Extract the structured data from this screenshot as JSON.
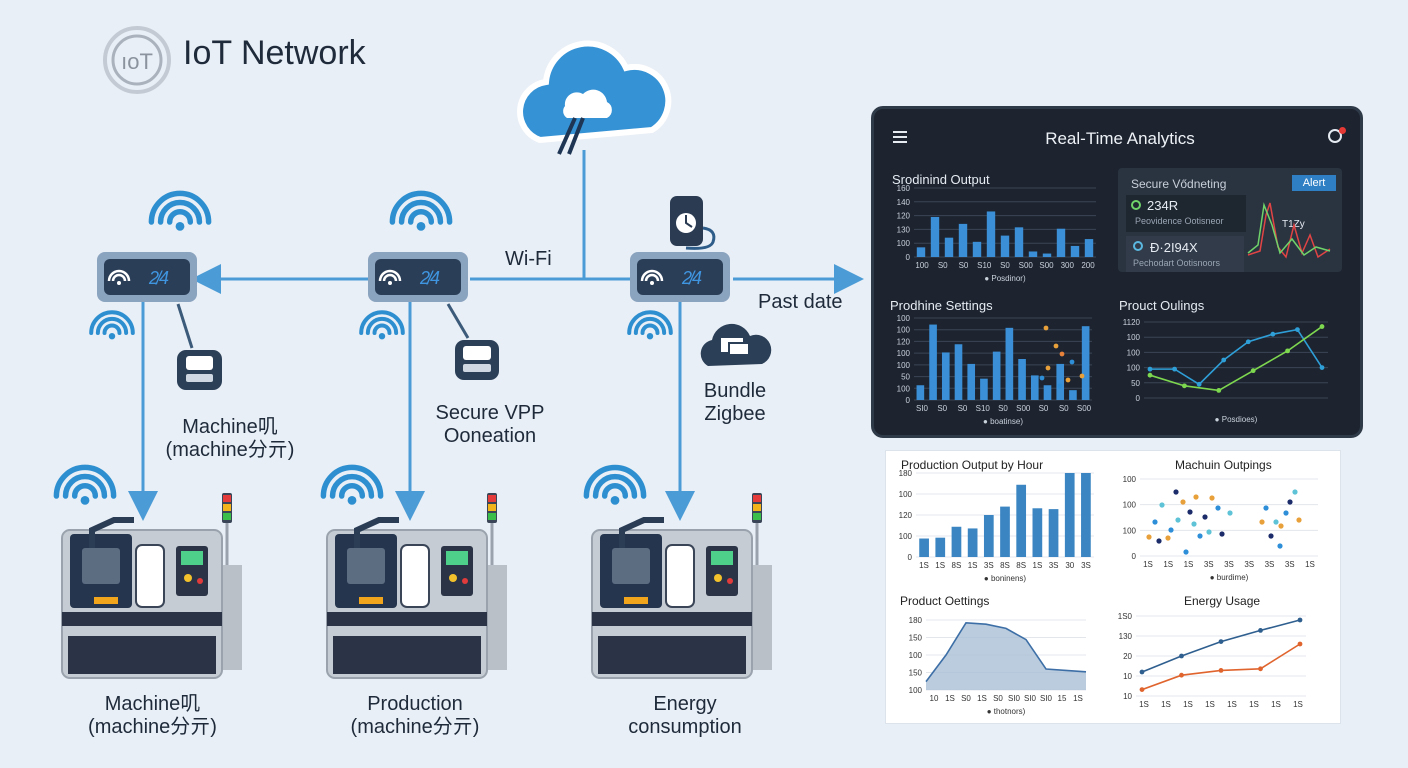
{
  "header": {
    "logo_text": "ıoT",
    "title": "IoT Network"
  },
  "network": {
    "link_wifi": "Wi-Fi",
    "link_past_date": "Past date",
    "label_machine_top": [
      "Machine叽",
      "(machine分亓)"
    ],
    "label_secure": [
      "Secure VPP",
      "Ooneation"
    ],
    "label_bundle": [
      "Bundle",
      "Zigbee"
    ],
    "gateways": [
      {
        "text": "2̸4"
      },
      {
        "text": "2̸4"
      },
      {
        "text": "2̸4"
      }
    ],
    "machines": [
      {
        "label": [
          "Machine叽",
          "(machine分亓)"
        ]
      },
      {
        "label": [
          "Production",
          "(machine分亓)"
        ]
      },
      {
        "label": [
          "Energy",
          "consumption"
        ]
      }
    ]
  },
  "dashboard": {
    "title": "Real-Time Analytics",
    "menu_icon": "hamburger-icon",
    "notify_icon": "bell-icon",
    "alert_color": "#e53935",
    "panel_secure": {
      "title": "Secure Vődneting",
      "badge": "Alert",
      "item1_value": "234R",
      "item1_sub": "Peovidence Ootisneor",
      "item2_value": "Ɖ·2I94X",
      "item2_sub": "Pechodart Ootisnoors",
      "tag": "T1Zy"
    }
  },
  "chart_data": [
    {
      "type": "bar",
      "title": "Srodinind Output",
      "xlabel": "Posdinor)",
      "categories": [
        "100",
        "S0",
        "S0",
        "S10",
        "S0",
        "S00",
        "S00",
        "300",
        "200"
      ],
      "values": [
        0.14,
        0.58,
        0.28,
        0.48,
        0.22,
        0.66,
        0.31,
        0.43,
        0.08,
        0.05,
        0.41,
        0.16,
        0.26
      ],
      "yticks": [
        "160",
        "140",
        "120",
        "130",
        "100",
        "0"
      ],
      "color": "#3a8fd6"
    },
    {
      "type": "bar",
      "title": "Prodhine Settings",
      "xlabel": "boatinse)",
      "categories": [
        "SI0",
        "S0",
        "S0",
        "S10",
        "S0",
        "S00",
        "S0",
        "S0",
        "S00"
      ],
      "values": [
        0.18,
        0.92,
        0.58,
        0.68,
        0.44,
        0.26,
        0.59,
        0.88,
        0.5,
        0.3,
        0.18,
        0.44,
        0.12,
        0.9
      ],
      "yticks": [
        "100",
        "100",
        "120",
        "100",
        "100",
        "50",
        "100",
        "0"
      ],
      "color": "#3a8fd6"
    },
    {
      "type": "line",
      "title": "Prouct Oulings",
      "xlabel": "Posdioes)",
      "yticks": [
        "1120",
        "100",
        "100",
        "100",
        "50",
        "0"
      ],
      "series": [
        {
          "color": "#2f9fd8",
          "y": [
            0.38,
            0.38,
            0.18,
            0.5,
            0.74,
            0.84,
            0.9,
            0.4
          ]
        },
        {
          "color": "#7ed84f",
          "y": [
            0.3,
            0.16,
            0.1,
            0.36,
            0.62,
            0.94
          ]
        }
      ]
    },
    {
      "type": "bar",
      "title": "Production Output by Hour",
      "xlabel": "boninens)",
      "categories": [
        "1S",
        "1S",
        "8S",
        "1S",
        "3S",
        "8S",
        "8S",
        "1S",
        "3S",
        "30",
        "3S"
      ],
      "values": [
        0.22,
        0.23,
        0.36,
        0.34,
        0.5,
        0.6,
        0.86,
        0.58,
        0.57,
        1.0,
        1.0
      ],
      "yticks": [
        "180",
        "100",
        "120",
        "100",
        "0"
      ],
      "color": "#3a85c2"
    },
    {
      "type": "scatter",
      "title": "Machuin Outpings",
      "xlabel": "burdime)",
      "categories": [
        "1S",
        "1S",
        "1S",
        "3S",
        "3S",
        "3S",
        "3S",
        "3S",
        "1S"
      ],
      "yticks": [
        "100",
        "100",
        "100",
        "0"
      ],
      "colors": [
        "#e8a03a",
        "#2e8fd8",
        "#1c2b6a",
        "#5ec3d6"
      ]
    },
    {
      "type": "area",
      "title": "Product Oettings",
      "xlabel": "thotnors)",
      "categories": [
        "10",
        "1S",
        "S0",
        "1S",
        "S0",
        "SI0",
        "SI0",
        "SI0",
        "15",
        "1S"
      ],
      "y": [
        0.12,
        0.5,
        0.96,
        0.94,
        0.88,
        0.72,
        0.3,
        0.28,
        0.26
      ],
      "yticks": [
        "180",
        "150",
        "100",
        "150",
        "100"
      ],
      "color": "#3d6fa6"
    },
    {
      "type": "line",
      "title": "Energy Usage",
      "categories": [
        "1S",
        "1S",
        "1S",
        "1S",
        "1S",
        "1S",
        "1S",
        "1S"
      ],
      "yticks": [
        "1S0",
        "130",
        "20",
        "10",
        "10"
      ],
      "series": [
        {
          "color": "#2f5f8f",
          "y": [
            0.3,
            0.5,
            0.68,
            0.82,
            0.95
          ]
        },
        {
          "color": "#e0642e",
          "y": [
            0.08,
            0.26,
            0.32,
            0.34,
            0.65
          ]
        }
      ]
    }
  ]
}
